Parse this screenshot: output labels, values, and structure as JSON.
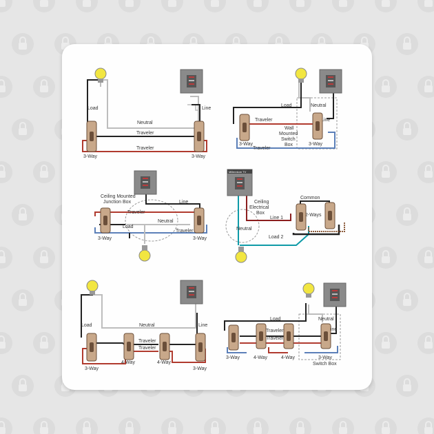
{
  "colors": {
    "background": "#e6e6e6",
    "card": "#fefefe",
    "wire_black": "#222222",
    "wire_white": "#bdbdbd",
    "wire_red": "#b03a2e",
    "wire_blue": "#5b7fb8",
    "wire_teal": "#0e9aa7",
    "bulb": "#f2e641",
    "panel": "#8a8a8a",
    "switch_body": "#c8a88a"
  },
  "watermark": {
    "icon": "lock-icon"
  },
  "watermark_badge_text": "Millennium TV",
  "diagrams": {
    "d1": {
      "load": "Load",
      "line": "Line",
      "neutral": "Neutral",
      "traveler_1": "Traveler",
      "traveler_2": "Traveler",
      "switch_left": "3-Way",
      "switch_right": "3-Way"
    },
    "d2": {
      "load": "Load",
      "neutral": "Neutral",
      "line": "Line",
      "traveler_1": "Traveler",
      "traveler_2": "Traveler",
      "box_1": "Wall",
      "box_2": "Mounted",
      "box_3": "Switch",
      "box_4": "Box",
      "switch_left": "3-Way",
      "switch_right": "3-Way"
    },
    "d3": {
      "box_1": "Ceiling Mounted",
      "box_2": "Junction Box",
      "line": "Line",
      "traveler_1": "Traveler",
      "traveler_2": "Traveler",
      "load": "Load",
      "neutral": "Neutral",
      "switch_left": "3-Way",
      "switch_right": "3-Way"
    },
    "d4": {
      "box_1": "Ceiling",
      "box_2": "Electrical",
      "box_3": "Box",
      "common": "Common",
      "line_1": "Line 1",
      "load_2": "Load 2",
      "neutral": "Neutral",
      "two_ways": "2-Ways"
    },
    "d5": {
      "load": "Load",
      "line": "Line",
      "neutral": "Neutral",
      "traveler_1": "Traveler",
      "traveler_2": "Traveler",
      "switch_1": "3-Way",
      "switch_2": "4-Way",
      "switch_3": "4-Way",
      "switch_4": "3-Way"
    },
    "d6": {
      "load": "Load",
      "neutral": "Neutral",
      "line": "Line",
      "traveler_1": "Traveler",
      "traveler_2": "Traveler",
      "switch_1": "3-Way",
      "switch_2": "4-Way",
      "switch_3": "4-Way",
      "switch_4": "3-Way",
      "switch_box": "Switch Box"
    }
  }
}
